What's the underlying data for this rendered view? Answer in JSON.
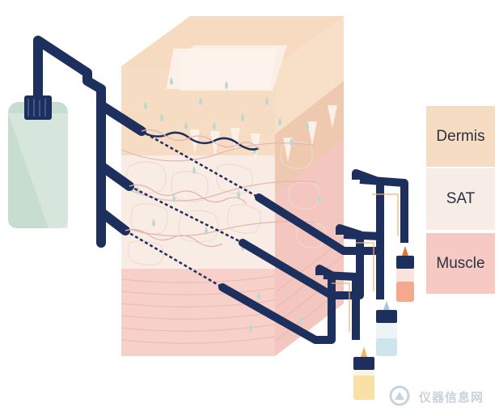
{
  "legend": [
    {
      "key": "dermis",
      "label": "Dermis",
      "color": "#f6dcc2"
    },
    {
      "key": "sat",
      "label": "SAT",
      "color": "#f7ece6"
    },
    {
      "key": "muscle",
      "label": "Muscle",
      "color": "#f6c9c2"
    }
  ],
  "colors": {
    "tubing": "#1d2f5c",
    "bottle": "#c4dccb",
    "droplet": "#bcd8d0",
    "fiber_red": "#e8b9b5",
    "dermis_top": "#f6dcc2",
    "sat_layer": "#f7ece6",
    "muscle_layer": "#f6c9c2",
    "flow_arrow": "#f2b46b"
  },
  "watermark": {
    "logo_icon": "lab-instrument-logo-icon",
    "text": "仪器信息网"
  }
}
